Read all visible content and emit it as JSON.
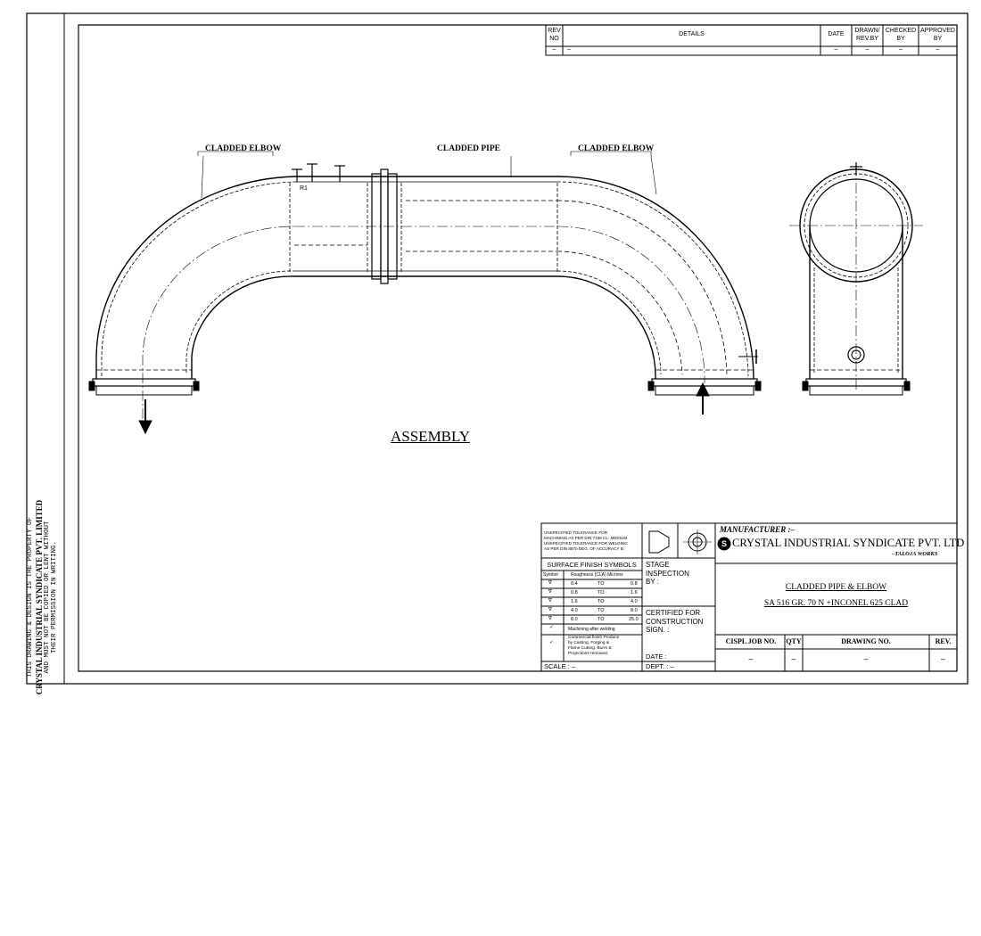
{
  "side_note": {
    "line1": "THIS DRAWING & DESIGN IS THE PROPERTY OF",
    "line2": "CRYSTAL INDUSTRIAL SYNDICATE PVT. LIMITED",
    "line3": "AND MUST NOT BE COPIED OR LENT WITHOUT",
    "line4": "THEIR PERMISSION IN WRITING."
  },
  "revision_table": {
    "headers": {
      "rev_no_1": "REV",
      "rev_no_2": "NO",
      "details": "DETAILS",
      "date": "DATE",
      "drawn_1": "DRAWN/",
      "drawn_2": "REV.BY",
      "checked_1": "CHECKED",
      "checked_2": "BY",
      "approved_1": "APPROVED",
      "approved_2": "BY"
    },
    "row": {
      "rev_no": "–",
      "details": "–",
      "date": "–",
      "drawn": "–",
      "checked": "–",
      "approved": "–"
    }
  },
  "drawing": {
    "label_left_elbow": "CLADDED ELBOW",
    "label_pipe": "CLADDED PIPE",
    "label_right_elbow": "CLADDED ELBOW",
    "label_r1": "R1",
    "title": "ASSEMBLY"
  },
  "title_block": {
    "tolerance_1": "UNSPECIFIED TOLERANCE FOR",
    "tolerance_2": "MACHINING AS PER DIN 7168 CL. MEDIUM",
    "tolerance_3": "UNSPECIFIED TOLERANCE FOR WELDING",
    "tolerance_4": "AS PER DIN 8570 DEG. OF ACCURACY B.",
    "surface_finish_title": "SURFACE FINISH SYMBOLS",
    "sf_col_symbol": "Symbol",
    "sf_col_roughness": "Roughness (CLA) Microns",
    "sf_rows": [
      {
        "from": "0.4",
        "to_label": "TO",
        "to": "0.8"
      },
      {
        "from": "0.8",
        "to_label": "TO",
        "to": "1.6"
      },
      {
        "from": "1.6",
        "to_label": "TO",
        "to": "4.0"
      },
      {
        "from": "4.0",
        "to_label": "TO",
        "to": "8.0"
      },
      {
        "from": "8.0",
        "to_label": "TO",
        "to": "25.0"
      }
    ],
    "sf_machining": "Machining after welding",
    "sf_commercial_1": "Commercial finish Produce",
    "sf_commercial_2": "by Casting, Forging &",
    "sf_commercial_3": "Flame Cutting. Burrs &",
    "sf_commercial_4": "Projections removed.",
    "scale": "SCALE : –",
    "stage_1": "STAGE",
    "stage_2": "INSPECTION",
    "stage_3": "BY :",
    "certified_1": "CERTIFIED FOR",
    "certified_2": "CONSTRUCTION",
    "certified_3": "SIGN. :",
    "date": "DATE :",
    "dept": "DEPT. : –",
    "manufacturer_label": "MANUFACTURER :–",
    "company": "CRYSTAL INDUSTRIAL SYNDICATE PVT. LTD",
    "works": "–TALOJA WORKS",
    "part_title": "CLADDED PIPE & ELBOW",
    "material": "SA 516 GR. 70 N +INCONEL 625 CLAD",
    "col_job": "CISPL JOB NO.",
    "col_qty": "QTY",
    "col_drawing": "DRAWING NO.",
    "col_rev": "REV.",
    "val_job": "–",
    "val_qty": "–",
    "val_drawing": "–",
    "val_rev": "–"
  }
}
